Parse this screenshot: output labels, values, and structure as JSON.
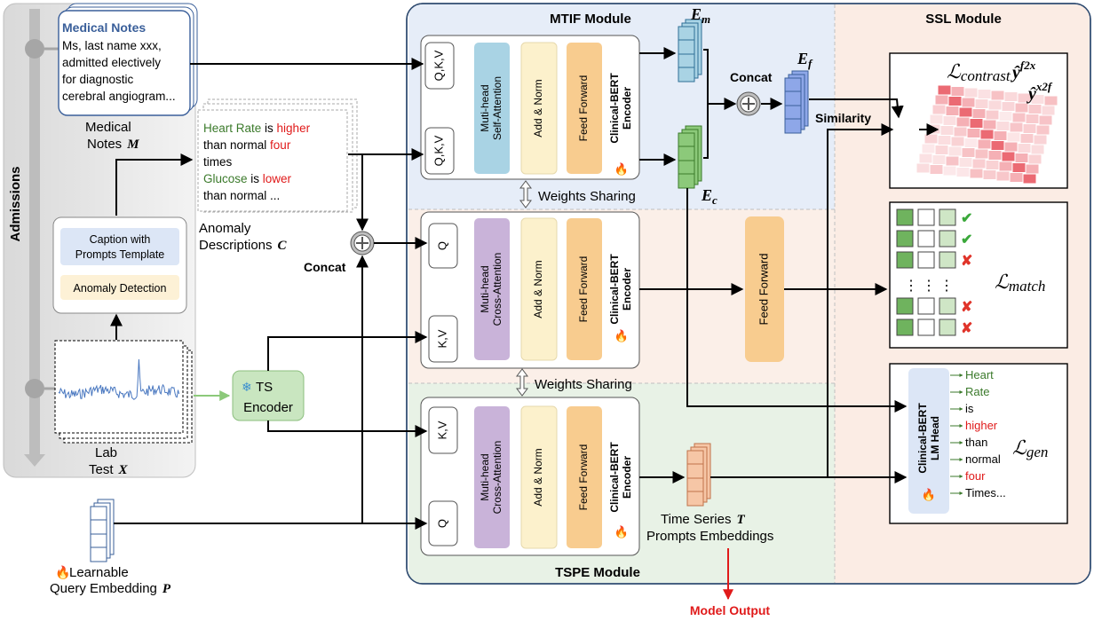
{
  "modules": {
    "mtif": "MTIF Module",
    "ssl": "SSL Module",
    "tspe": "TSPE Module"
  },
  "admissions": "Admissions",
  "medical_notes_card": {
    "title": "Medical Notes",
    "lines": [
      "Ms, last name xxx,",
      "admitted electively",
      "for diagnostic",
      "cerebral angiogram..."
    ]
  },
  "medical_notes_label": {
    "line1": "Medical",
    "line2": "Notes",
    "symbol": "M"
  },
  "anomaly_desc": {
    "line1": {
      "a": "Heart Rate",
      "b": " is ",
      "c": "higher"
    },
    "line2": {
      "a": "than normal ",
      "b": "four"
    },
    "line3": "times",
    "line4": {
      "a": "Glucose",
      "b": " is ",
      "c": "lower"
    },
    "line5": "than normal ..."
  },
  "anomaly_label": {
    "line1": "Anomaly",
    "line2": "Descriptions",
    "symbol": "C"
  },
  "caption_template": {
    "line1": "Caption with",
    "line2": "Prompts Template"
  },
  "anomaly_detection": "Anomaly Detection",
  "lab_label": {
    "line1": "Lab",
    "line2": "Test",
    "symbol": "X"
  },
  "ts_encoder": {
    "line1": "TS",
    "line2": "Encoder"
  },
  "query_label": {
    "line1": "Learnable",
    "line2": "Query Embedding",
    "symbol": "P"
  },
  "concat": "Concat",
  "encoder": {
    "qkv": "Q,K,V",
    "q": "Q",
    "kv": "K,V",
    "self_attention": {
      "line1": "Muti-head",
      "line2": "Self-Attention"
    },
    "cross_attention": {
      "line1": "Muti-head",
      "line2": "Cross-Attention"
    },
    "add_norm": "Add & Norm",
    "feed_forward": "Feed Forward",
    "bert": {
      "line1": "Clinical-BERT",
      "line2": "Encoder"
    }
  },
  "weights_sharing": "Weights Sharing",
  "embeddings": {
    "em": "E",
    "em_sub": "m",
    "ec": "E",
    "ec_sub": "c",
    "ef": "E",
    "ef_sub": "f"
  },
  "similarity": "Similarity",
  "loss": {
    "contrast": "contrast",
    "match": "match",
    "gen": "gen",
    "y_f2x": "f2x",
    "y_x2f": "x2f"
  },
  "lm_head": {
    "line1": "Clinical-BERT",
    "line2": "LM Head"
  },
  "gen_tokens": [
    "Heart",
    "Rate",
    "is",
    "higher",
    "than",
    "normal",
    "four",
    "Times..."
  ],
  "match_dots": "⋮",
  "ts_prompts": {
    "line1": "Time Series",
    "line2": "Prompts Embeddings",
    "symbol": "T"
  },
  "model_output": "Model Output",
  "colors": {
    "mtif_bg": "#e6edf8",
    "ssl_bg": "#fbece4",
    "tspe_bg": "#e8f2e6",
    "match_bg": "#fbefe8",
    "self_attn": "#a9d3e4",
    "cross_attn": "#c9b3d9",
    "add_norm": "#fcf1cc",
    "feed_forward": "#f8cc8f",
    "ts_encoder": "#c9e6c0",
    "green_text": "#3b7a2b",
    "red_text": "#e01a1a"
  }
}
